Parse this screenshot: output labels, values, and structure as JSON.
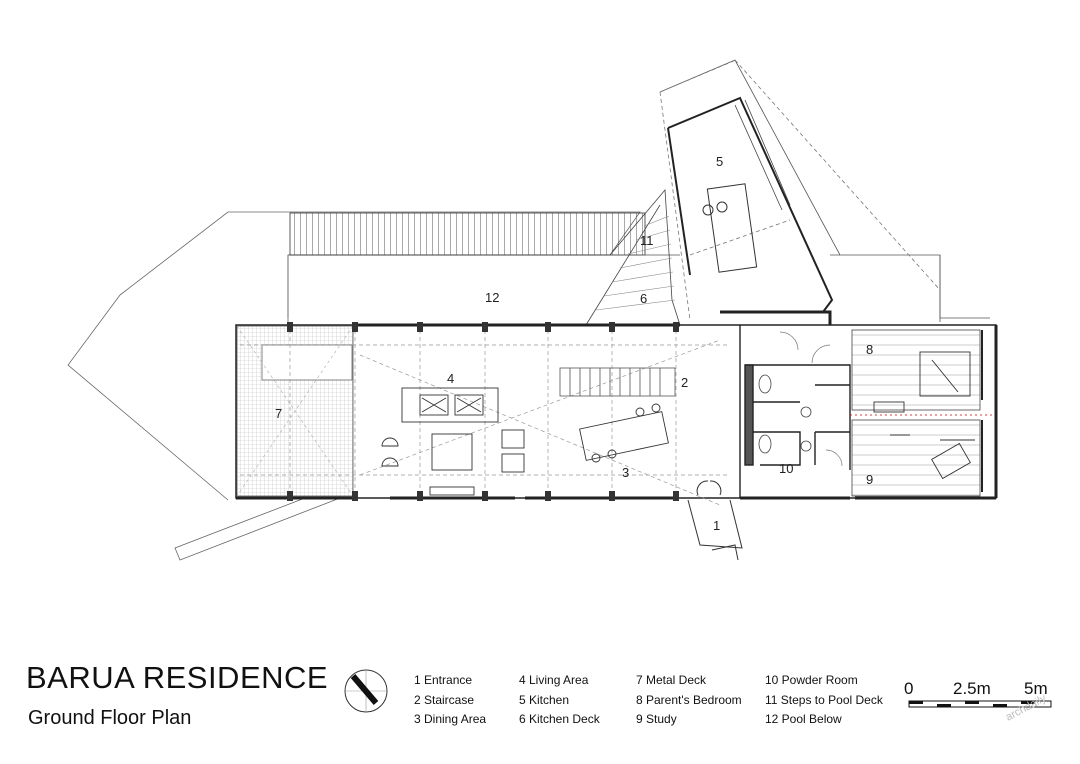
{
  "title": "BARUA RESIDENCE",
  "subtitle": "Ground Floor Plan",
  "room_numbers": [
    "1",
    "2",
    "3",
    "4",
    "5",
    "6",
    "7",
    "8",
    "9",
    "10",
    "11",
    "12"
  ],
  "legend": {
    "col1": [
      "1 Entrance",
      "2 Staircase",
      "3 Dining Area"
    ],
    "col2": [
      "4 Living Area",
      "5 Kitchen",
      "6 Kitchen Deck"
    ],
    "col3": [
      "7 Metal Deck",
      "8 Parent's Bedroom",
      "9 Study"
    ],
    "col4": [
      "10 Powder Room",
      "11 Steps to Pool Deck",
      "12 Pool Below"
    ]
  },
  "scale": {
    "labels": [
      "0",
      "2.5m",
      "5m"
    ]
  },
  "watermark": "archdaily"
}
